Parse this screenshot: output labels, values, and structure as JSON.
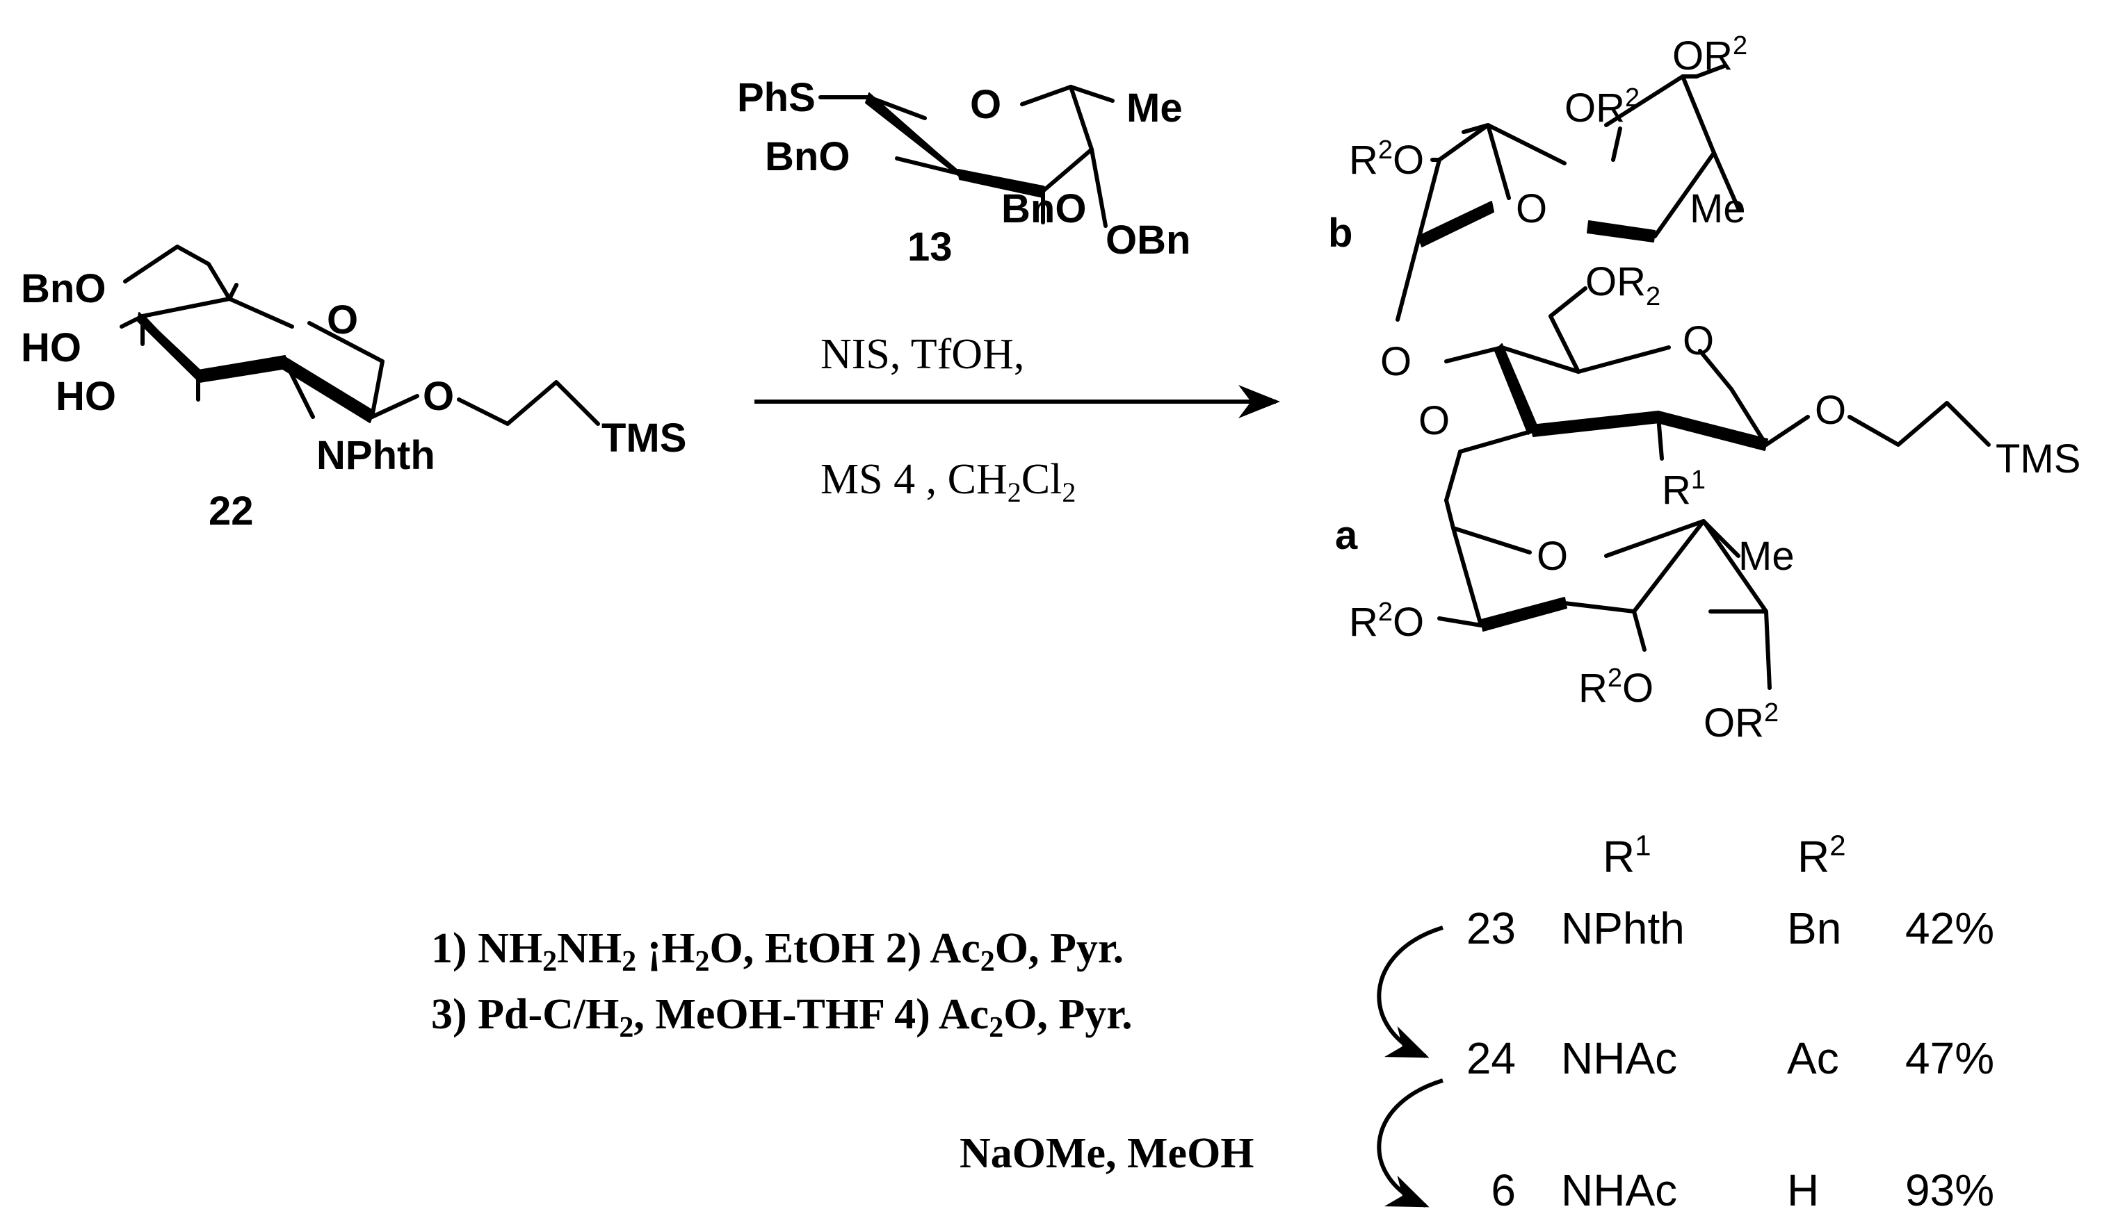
{
  "compound_22": {
    "number": "22",
    "labels": {
      "bno": "BnO",
      "ho_upper": "HO",
      "ho_lower": "HO",
      "ring_o": "O",
      "nphth": "NPhth",
      "link_o": "O",
      "tms": "TMS"
    }
  },
  "compound_13": {
    "number": "13",
    "labels": {
      "phs": "PhS",
      "ring_o": "O",
      "me": "Me",
      "bno_left": "BnO",
      "bno_mid": "BnO",
      "obn": "OBn"
    }
  },
  "reaction": {
    "conditions_top": "NIS, TfOH,",
    "conditions_bottom_prefix": "MS  4   , CH",
    "cond_sub1": "2",
    "cond_cl": "Cl",
    "cond_sub2": "2"
  },
  "product": {
    "ring_b": {
      "label": "b",
      "r2o": "R",
      "r2o_sup": "2",
      "r2o_o": "O",
      "or2_top": "OR",
      "or2_top_sup": "2",
      "or2_mid": "OR",
      "or2_mid_sup": "2",
      "ring_o": "O",
      "me": "Me"
    },
    "ring_c": {
      "or2_ch2": "OR",
      "or2_ch2_sub": "2",
      "ring_o": "O",
      "o_left": "O",
      "o_lower": "O",
      "r1": "R",
      "r1_sup": "1",
      "link_o": "O",
      "tms": "TMS"
    },
    "ring_a": {
      "label": "a",
      "ring_o": "O",
      "me": "Me",
      "r2o_left": "R",
      "r2o_left_sup": "2",
      "r2o_left_o": "O",
      "r2o_mid": "R",
      "r2o_mid_sup": "2",
      "r2o_mid_o": "O",
      "or2_bottom": "OR",
      "or2_bottom_sup": "2"
    }
  },
  "steps": {
    "line1_a": "1) NH",
    "line1_sub1": "2",
    "line1_b": "NH",
    "line1_sub2": "2",
    "line1_c": " ¡H",
    "line1_sub3": "2",
    "line1_d": "O, EtOH 2) Ac",
    "line1_sub4": "2",
    "line1_e": "O, Pyr.",
    "line2_a": "3) Pd-C/H",
    "line2_sub1": "2",
    "line2_b": ", MeOH-THF 4) Ac",
    "line2_sub2": "2",
    "line2_c": "O, Pyr.",
    "deprotect": "NaOMe, MeOH"
  },
  "table": {
    "header_r1": "R",
    "header_r1_sup": "1",
    "header_r2": "R",
    "header_r2_sup": "2",
    "rows": [
      {
        "compound": "23",
        "r1": "NPhth",
        "r2": "Bn",
        "yield": "42%"
      },
      {
        "compound": "24",
        "r1": "NHAc",
        "r2": "Ac",
        "yield": "47%"
      },
      {
        "compound": "6",
        "r1": "NHAc",
        "r2": "H",
        "yield": "93%"
      }
    ]
  }
}
